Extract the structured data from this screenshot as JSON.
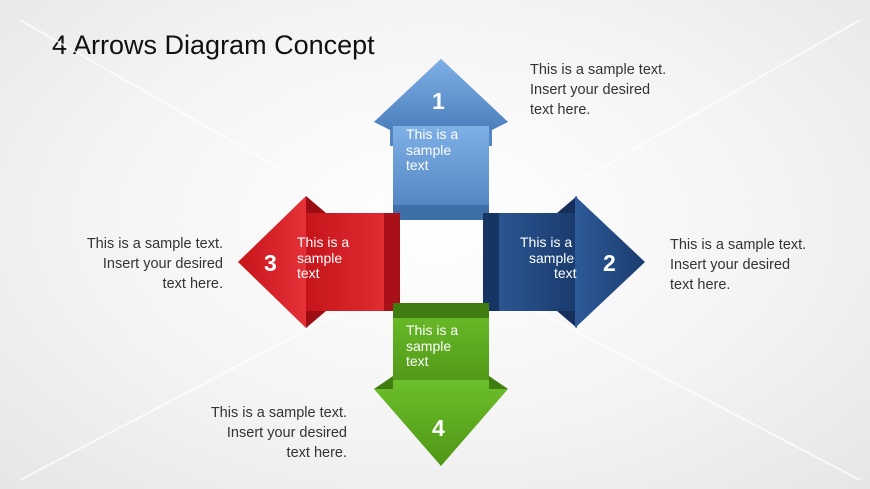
{
  "slide": {
    "title": "4 Arrows Diagram Concept"
  },
  "arrows": [
    {
      "number": "1",
      "direction": "up",
      "color": "#5b8fcc",
      "text": [
        "This is a",
        "sample",
        "text"
      ],
      "description": [
        "This is a sample text.",
        "Insert your desired",
        "text here."
      ]
    },
    {
      "number": "2",
      "direction": "right",
      "color": "#1f4780",
      "text": [
        "This is a",
        "sample",
        "text"
      ],
      "description": [
        "This is a sample text.",
        "Insert your desired",
        "text here."
      ]
    },
    {
      "number": "3",
      "direction": "left",
      "color": "#d01f25",
      "text": [
        "This is a",
        "sample",
        "text"
      ],
      "description": [
        "This is a sample text.",
        "Insert your desired",
        "text here."
      ]
    },
    {
      "number": "4",
      "direction": "down",
      "color": "#5aa51e",
      "text": [
        "This is a",
        "sample",
        "text"
      ],
      "description": [
        "This is a sample text.",
        "Insert your desired",
        "text here."
      ]
    }
  ]
}
